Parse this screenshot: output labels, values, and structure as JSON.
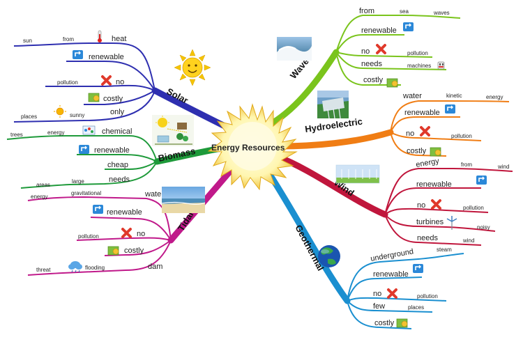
{
  "center": "Energy Resources",
  "branches": {
    "solar": {
      "name": "Solar",
      "color": "#2e2fb0",
      "items": {
        "heat": "heat",
        "heat_from": "from",
        "heat_sun": "sun",
        "renewable": "renewable",
        "no": "no",
        "no_pollution": "pollution",
        "costly": "costly",
        "only": "only",
        "only_sunny": "sunny",
        "only_places": "places"
      }
    },
    "biomass": {
      "name": "Biomass",
      "color": "#1e9a3a",
      "items": {
        "chemical": "chemical",
        "chemical_energy": "energy",
        "chemical_trees": "trees",
        "renewable": "renewable",
        "cheap": "cheap",
        "needs": "needs",
        "needs_large": "large",
        "needs_areas": "areas"
      }
    },
    "tidal": {
      "name": "Tidal",
      "color": "#c0198a",
      "items": {
        "water": "water",
        "water_grav": "gravitational",
        "water_energy": "energy",
        "renewable": "renewable",
        "no": "no",
        "no_pollution": "pollution",
        "costly": "costly",
        "dam": "dam",
        "dam_flooding": "flooding",
        "dam_threat": "threat"
      }
    },
    "wave": {
      "name": "Wave",
      "color": "#7ac41c",
      "items": {
        "from": "from",
        "from_sea": "sea",
        "from_waves": "waves",
        "renewable": "renewable",
        "no": "no",
        "no_pollution": "pollution",
        "needs": "needs",
        "needs_machines": "machines",
        "costly": "costly"
      }
    },
    "hydro": {
      "name": "Hydroelectric",
      "color": "#f07d14",
      "items": {
        "water": "water",
        "water_kinetic": "kinetic",
        "water_energy": "energy",
        "renewable": "renewable",
        "no": "no",
        "no_pollution": "pollution",
        "costly": "costly"
      }
    },
    "wind": {
      "name": "Wind",
      "color": "#c0163c",
      "items": {
        "energy": "energy",
        "energy_from": "from",
        "energy_wind": "wind",
        "renewable": "renewable",
        "no": "no",
        "no_pollution": "pollution",
        "turbines": "turbines",
        "turbines_noisy": "noisy",
        "needs": "needs",
        "needs_wind": "wind"
      }
    },
    "geo": {
      "name": "Geothermal",
      "color": "#1a8fd0",
      "items": {
        "underground": "underground",
        "underground_steam": "steam",
        "renewable": "renewable",
        "no": "no",
        "no_pollution": "pollution",
        "few": "few",
        "few_places": "places",
        "costly": "costly"
      }
    }
  },
  "icons": [
    "sun-icon",
    "thermometer-icon",
    "recycle-icon",
    "red-x-icon",
    "money-icon",
    "molecule-icon",
    "cloud-icon",
    "plug-icon",
    "turbine-icon",
    "globe-icon",
    "wave-photo",
    "dam-photo",
    "windfarm-photo",
    "beach-photo",
    "biomass-illustration"
  ]
}
